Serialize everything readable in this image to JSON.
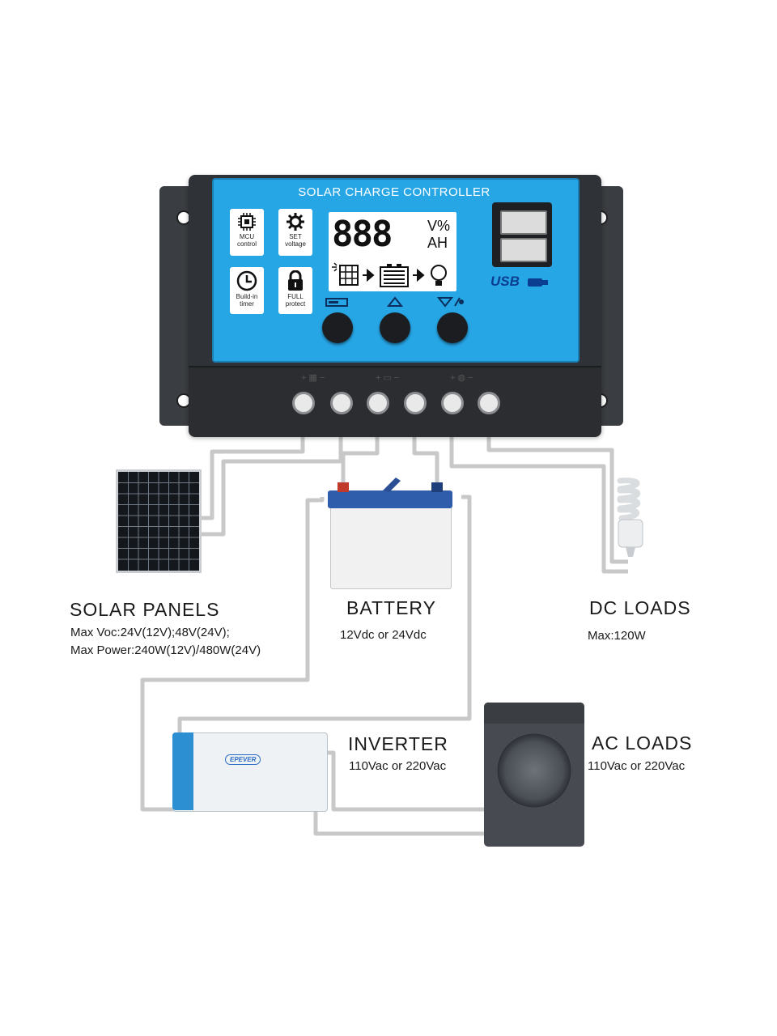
{
  "controller": {
    "title": "SOLAR CHARGE CONTROLLER",
    "features": [
      {
        "icon": "chip-icon",
        "label": "MCU control"
      },
      {
        "icon": "gear-icon",
        "label": "SET voltage"
      },
      {
        "icon": "clock-icon",
        "label": "Build-in timer"
      },
      {
        "icon": "lock-icon",
        "label": "FULL protect"
      }
    ],
    "display": {
      "digits": "888",
      "unit_top": "V%",
      "unit_bottom": "AH"
    },
    "usb_label": "USB"
  },
  "devices": {
    "solar_panels": {
      "title": "SOLAR PANELS",
      "line1": "Max  Voc:24V(12V);48V(24V);",
      "line2": "Max  Power:240W(12V)/480W(24V)"
    },
    "battery": {
      "title": "BATTERY",
      "spec": "12Vdc  or  24Vdc"
    },
    "dc_loads": {
      "title": "DC  LOADS",
      "spec": "Max:120W"
    },
    "inverter": {
      "title": "INVERTER",
      "spec": "110Vac  or  220Vac",
      "brand": "EPEVER"
    },
    "ac_loads": {
      "title": "AC  LOADS",
      "spec": "110Vac  or  220Vac"
    }
  },
  "colors": {
    "panel_blue": "#27a6e6",
    "housing": "#2f3236",
    "wire": "#c8c8c8",
    "battery_top": "#2f5dab"
  }
}
